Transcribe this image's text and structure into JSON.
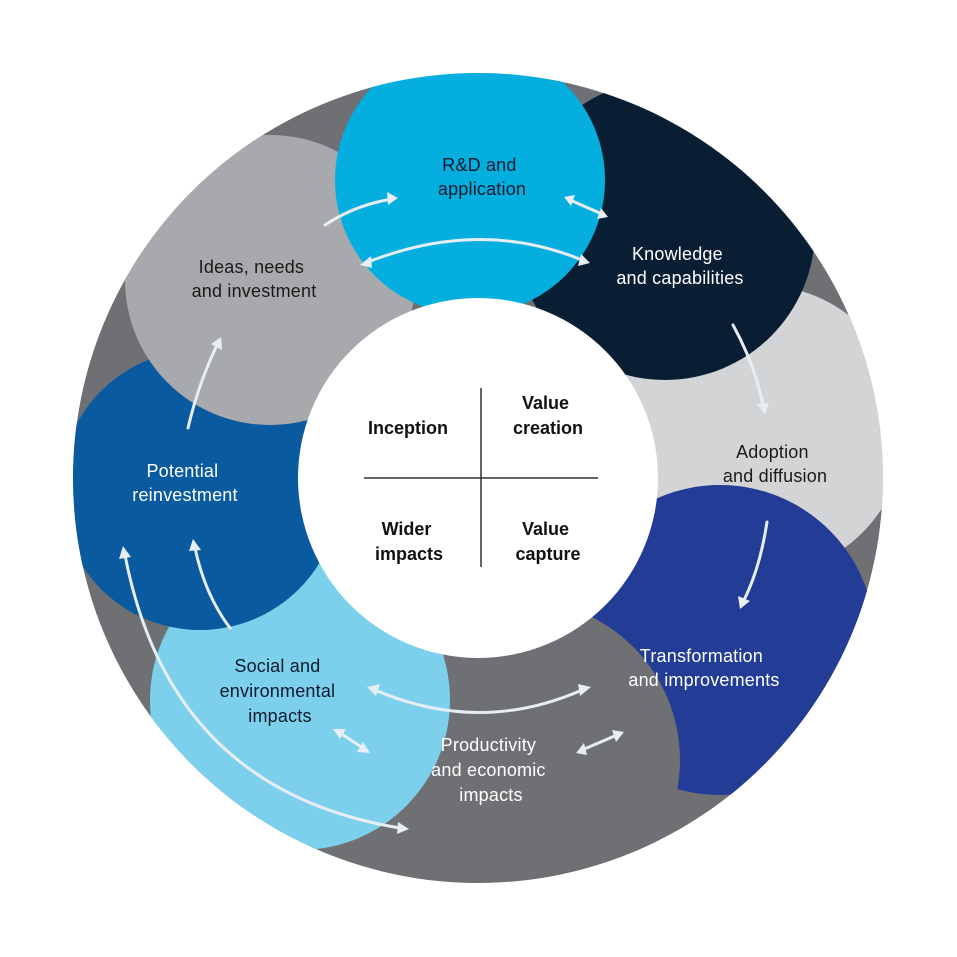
{
  "segments": [
    {
      "id": "rd",
      "lines": [
        "R&D and",
        "application"
      ],
      "fill": "#04aede",
      "text_color": "#0a1a2a"
    },
    {
      "id": "knowledge",
      "lines": [
        "Knowledge",
        "and capabilities"
      ],
      "fill": "#0a1e33",
      "text_color": "#ffffff"
    },
    {
      "id": "adoption",
      "lines": [
        "Adoption",
        "and diffusion"
      ],
      "fill": "#d3d4d6",
      "text_color": "#1a1a1a"
    },
    {
      "id": "transformation",
      "lines": [
        "Transformation",
        "and improvements"
      ],
      "fill": "#233c96",
      "text_color": "#ffffff"
    },
    {
      "id": "productivity",
      "lines": [
        "Productivity",
        "and economic",
        "impacts"
      ],
      "fill": "#6e7074",
      "text_color": "#ffffff"
    },
    {
      "id": "social",
      "lines": [
        "Social and",
        "environmental",
        "impacts"
      ],
      "fill": "#7dd0ec",
      "text_color": "#0a1a2a"
    },
    {
      "id": "reinvestment",
      "lines": [
        "Potential",
        "reinvestment"
      ],
      "fill": "#0a5aa0",
      "text_color": "#ffffff"
    },
    {
      "id": "ideas",
      "lines": [
        "Ideas, needs",
        "and investment"
      ],
      "fill": "#a7a9ac",
      "text_color": "#1a1a1a"
    }
  ],
  "center": {
    "quadrants": [
      {
        "id": "inception",
        "lines": [
          "Inception"
        ]
      },
      {
        "id": "value-creation",
        "lines": [
          "Value",
          "creation"
        ]
      },
      {
        "id": "wider-impacts",
        "lines": [
          "Wider",
          "impacts"
        ]
      },
      {
        "id": "value-capture",
        "lines": [
          "Value",
          "capture"
        ]
      }
    ],
    "divider_color": "#333333"
  },
  "colors": {
    "arrow": "#e6eef4",
    "center_fill": "#ffffff"
  }
}
